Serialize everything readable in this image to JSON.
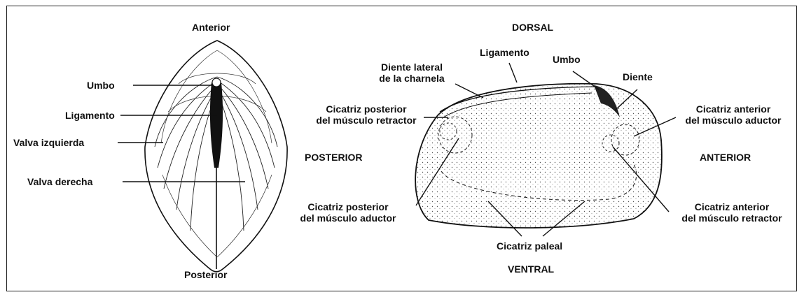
{
  "left_view": {
    "anterior": "Anterior",
    "posterior": "Posterior",
    "umbo": "Umbo",
    "ligamento": "Ligamento",
    "valva_izquierda": "Valva izquierda",
    "valva_derecha": "Valva derecha"
  },
  "right_view": {
    "dorsal": "DORSAL",
    "ventral": "VENTRAL",
    "posterior": "POSTERIOR",
    "anterior": "ANTERIOR",
    "ligamento": "Ligamento",
    "umbo": "Umbo",
    "diente": "Diente",
    "diente_lateral_1": "Diente lateral",
    "diente_lateral_2": "de la charnela",
    "cic_post_retractor_1": "Cicatriz posterior",
    "cic_post_retractor_2": "del músculo retractor",
    "cic_ant_aductor_1": "Cicatriz anterior",
    "cic_ant_aductor_2": "del músculo aductor",
    "cic_post_aductor_1": "Cicatriz posterior",
    "cic_post_aductor_2": "del músculo aductor",
    "cic_ant_retractor_1": "Cicatriz anterior",
    "cic_ant_retractor_2": "del músculo retractor",
    "cic_paleal": "Cicatriz paleal"
  }
}
